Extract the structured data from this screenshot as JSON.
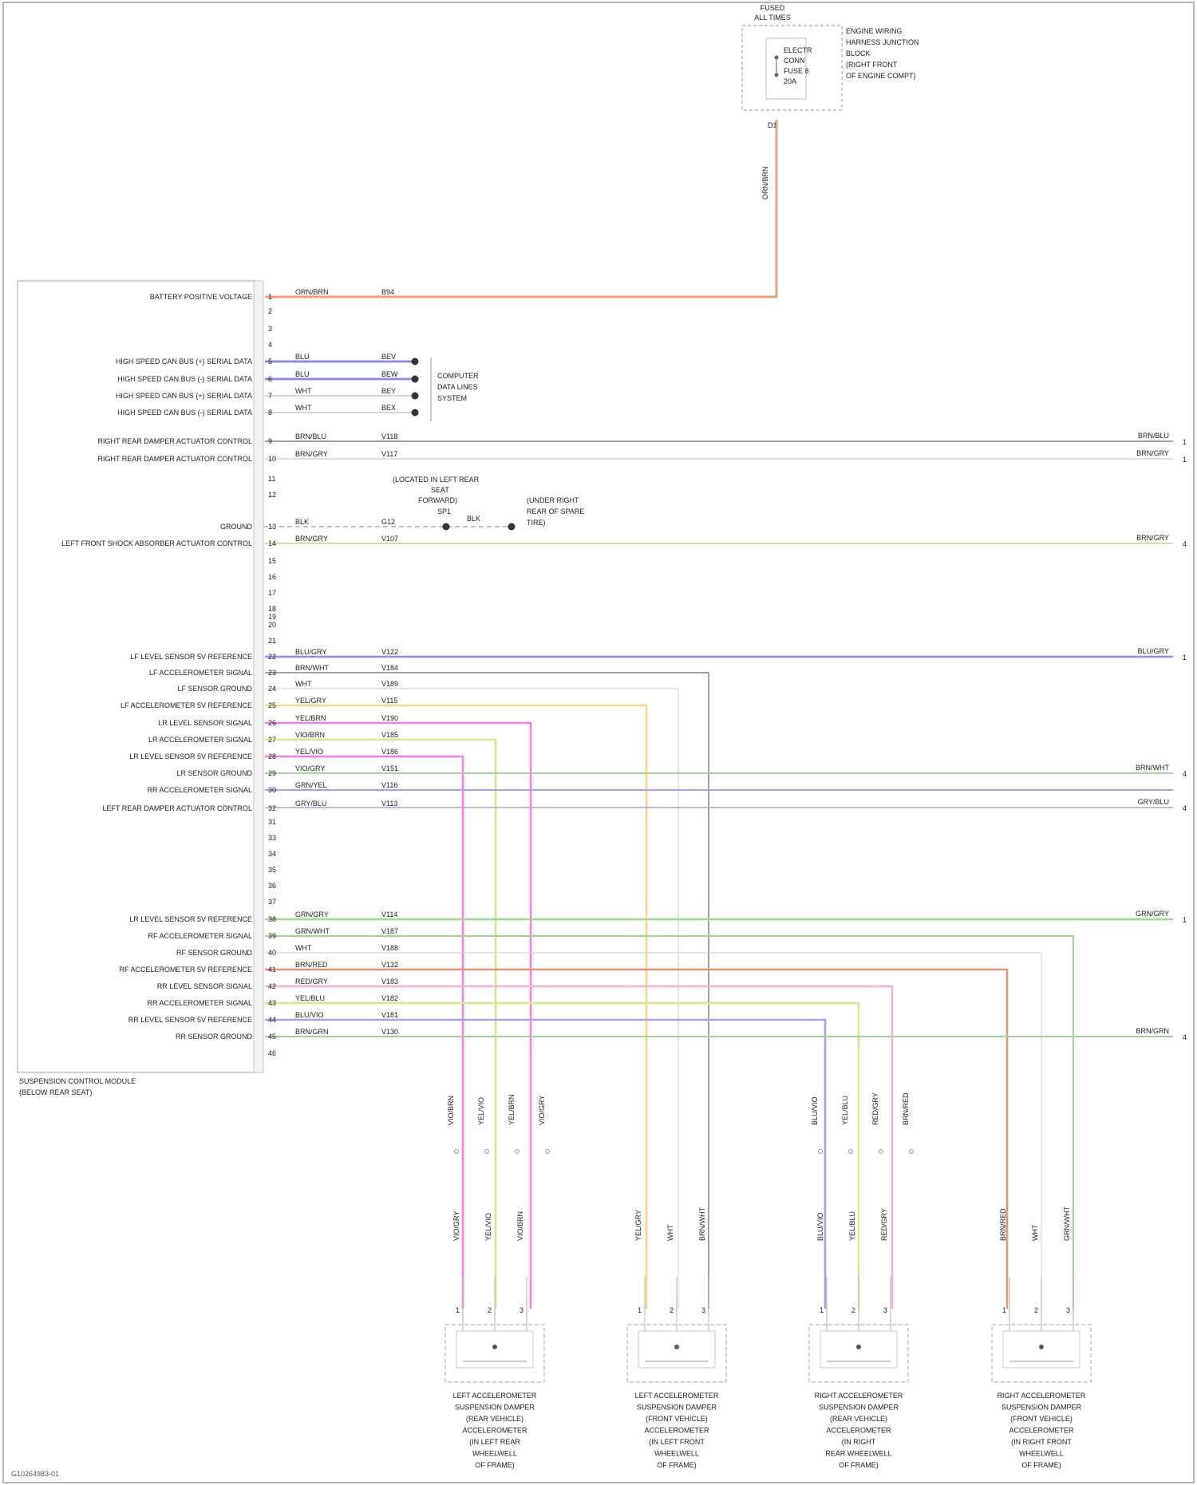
{
  "fuse": {
    "title_lines": [
      "FUSED",
      "ALL TIMES"
    ],
    "inner_lines": [
      "ELECTR",
      "CONN",
      "FUSE 8",
      "20A"
    ],
    "desc_lines": [
      "ENGINE WIRING",
      "HARNESS JUNCTION",
      "BLOCK",
      "(RIGHT FRONT",
      "OF ENGINE COMPT)"
    ],
    "pin_label": "D1",
    "wire_label": "ORN/BRN"
  },
  "module": {
    "name_lines": [
      "SUSPENSION CONTROL MODULE",
      "(BELOW REAR SEAT)"
    ]
  },
  "pins": [
    {
      "num": "1",
      "func": "BATTERY POSITIVE VOLTAGE",
      "color": "ORN/BRN",
      "circuit": "B94"
    },
    {
      "num": "2"
    },
    {
      "num": "3"
    },
    {
      "num": "4"
    },
    {
      "num": "5",
      "func": "HIGH SPEED CAN BUS (+) SERIAL DATA",
      "color": "BLU",
      "circuit": "BEV"
    },
    {
      "num": "6",
      "func": "HIGH SPEED CAN BUS (-) SERIAL DATA",
      "color": "BLU",
      "circuit": "BEW"
    },
    {
      "num": "7",
      "func": "HIGH SPEED CAN BUS (+) SERIAL DATA",
      "color": "WHT",
      "circuit": "BEY"
    },
    {
      "num": "8",
      "func": "HIGH SPEED CAN BUS (-) SERIAL DATA",
      "color": "WHT",
      "circuit": "BEX"
    },
    {
      "num": "9",
      "func": "RIGHT REAR DAMPER ACTUATOR CONTROL",
      "color": "BRN/BLU",
      "circuit": "V118"
    },
    {
      "num": "10",
      "func": "RIGHT REAR DAMPER ACTUATOR CONTROL",
      "color": "BRN/GRY",
      "circuit": "V117"
    },
    {
      "num": "11"
    },
    {
      "num": "12"
    },
    {
      "num": "13",
      "func": "GROUND",
      "color": "BLK",
      "circuit": "G12"
    },
    {
      "num": "14",
      "func": "LEFT FRONT SHOCK ABSORBER ACTUATOR CONTROL",
      "color": "BRN/GRY",
      "circuit": "V107"
    },
    {
      "num": "15"
    },
    {
      "num": "16"
    },
    {
      "num": "17"
    },
    {
      "num": "18"
    },
    {
      "num": "19"
    },
    {
      "num": "20"
    },
    {
      "num": "21"
    },
    {
      "num": "22",
      "func": "LF LEVEL SENSOR 5V REFERENCE",
      "color": "BLU/GRY",
      "circuit": "V122"
    },
    {
      "num": "23",
      "func": "LF ACCELEROMETER SIGNAL",
      "color": "BRN/WHT",
      "circuit": "V184"
    },
    {
      "num": "24",
      "func": "LF SENSOR GROUND",
      "color": "WHT",
      "circuit": "V189"
    },
    {
      "num": "25",
      "func": "LF ACCELEROMETER 5V REFERENCE",
      "color": "YEL/GRY",
      "circuit": "V115"
    },
    {
      "num": "26",
      "func": "LR LEVEL SENSOR SIGNAL",
      "color": "YEL/BRN",
      "circuit": "V190"
    },
    {
      "num": "27",
      "func": "LR ACCELEROMETER SIGNAL",
      "color": "VIO/BRN",
      "circuit": "V185"
    },
    {
      "num": "28",
      "func": "LR LEVEL SENSOR 5V REFERENCE",
      "color": "YEL/VIO",
      "circuit": "V186"
    },
    {
      "num": "29",
      "func": "LR SENSOR GROUND",
      "color": "VIO/GRY",
      "circuit": "V151"
    },
    {
      "num": "30",
      "func": "RR ACCELEROMETER SIGNAL",
      "color": "GRN/YEL",
      "circuit": "V116"
    },
    {
      "num": "31"
    },
    {
      "num": "32",
      "func": "LEFT REAR DAMPER ACTUATOR CONTROL",
      "color": "GRY/BLU",
      "circuit": "V113"
    },
    {
      "num": "33"
    },
    {
      "num": "34"
    },
    {
      "num": "35"
    },
    {
      "num": "36"
    },
    {
      "num": "37"
    },
    {
      "num": "38",
      "func": "LR LEVEL SENSOR 5V REFERENCE",
      "color": "GRN/GRY",
      "circuit": "V114"
    },
    {
      "num": "39",
      "func": "RF ACCELEROMETER SIGNAL",
      "color": "GRN/WHT",
      "circuit": "V187"
    },
    {
      "num": "40",
      "func": "RF SENSOR GROUND",
      "color": "WHT",
      "circuit": "V188"
    },
    {
      "num": "41",
      "func": "RF ACCELEROMETER 5V REFERENCE",
      "color": "BRN/RED",
      "circuit": "V132"
    },
    {
      "num": "42",
      "func": "RR LEVEL SENSOR SIGNAL",
      "color": "RED/GRY",
      "circuit": "V183"
    },
    {
      "num": "43",
      "func": "RR ACCELEROMETER SIGNAL",
      "color": "YEL/BLU",
      "circuit": "V182"
    },
    {
      "num": "44",
      "func": "RR LEVEL SENSOR 5V REFERENCE",
      "color": "BLU/VIO",
      "circuit": "V181"
    },
    {
      "num": "45",
      "func": "RR SENSOR GROUND",
      "color": "BRN/GRN",
      "circuit": "V130"
    },
    {
      "num": "46"
    }
  ],
  "canbus_dest_lines": [
    "COMPUTER",
    "DATA LINES",
    "SYSTEM"
  ],
  "ground": {
    "splice_lines": [
      "(LOCATED IN LEFT REAR",
      "SEAT",
      "FORWARD)"
    ],
    "splice_label": "SP1",
    "wire_label": "BLK",
    "dest_lines": [
      "(UNDER RIGHT",
      "REAR OF SPARE",
      "TIRE)"
    ]
  },
  "right_edge": [
    {
      "label": "BRN/BLU",
      "mark": "1"
    },
    {
      "label": "BRN/GRY",
      "mark": "1"
    },
    {
      "label": "BRN/GRY",
      "mark": "4"
    },
    {
      "label": "BLU/GRY",
      "mark": "1"
    },
    {
      "label": "BRN/WHT",
      "mark": "4"
    },
    {
      "label": "GRY/BLU",
      "mark": "4"
    },
    {
      "label": "GRN/GRY",
      "mark": "1"
    },
    {
      "label": "BRN/GRN",
      "mark": "4"
    }
  ],
  "sensors": [
    {
      "name_lines": [
        "LEFT ACCELEROMETER",
        "SUSPENSION DAMPER",
        "(REAR VEHICLE)",
        "ACCELEROMETER",
        "(IN LEFT REAR",
        "WHEELWELL",
        "OF FRAME)"
      ],
      "wires_top": [
        "VIO/BRN",
        "YEL/VIO",
        "YEL/BRN",
        "VIO/GRY"
      ],
      "wires_bottom": [
        "VIO/GRY",
        "YEL/VIO",
        "VIO/BRN"
      ],
      "pin_nums": [
        "1",
        "2",
        "3"
      ]
    },
    {
      "name_lines": [
        "LEFT ACCELEROMETER",
        "SUSPENSION DAMPER",
        "(FRONT VEHICLE)",
        "ACCELEROMETER",
        "(IN LEFT FRONT",
        "WHEELWELL",
        "OF FRAME)"
      ],
      "wires_bottom": [
        "YEL/GRY",
        "WHT",
        "BRN/WHT"
      ],
      "pin_nums": [
        "1",
        "2",
        "3"
      ]
    },
    {
      "name_lines": [
        "RIGHT ACCELEROMETER",
        "SUSPENSION DAMPER",
        "(REAR VEHICLE)",
        "ACCELEROMETER",
        "(IN RIGHT",
        "REAR WHEELWELL",
        "OF FRAME)"
      ],
      "wires_top": [
        "BLU/VIO",
        "YEL/BLU",
        "RED/GRY",
        "BRN/RED"
      ],
      "wires_bottom": [
        "BLU/VIO",
        "YEL/BLU",
        "RED/GRY"
      ],
      "pin_nums": [
        "1",
        "2",
        "3"
      ]
    },
    {
      "name_lines": [
        "RIGHT ACCELEROMETER",
        "SUSPENSION DAMPER",
        "(FRONT VEHICLE)",
        "ACCELEROMETER",
        "(IN RIGHT FRONT",
        "WHEELWELL",
        "OF FRAME)"
      ],
      "wires_bottom": [
        "BRN/RED",
        "WHT",
        "GRN/WHT"
      ],
      "pin_nums": [
        "1",
        "2",
        "3"
      ]
    }
  ],
  "footer": "G10264983-01",
  "colors": {
    "orange": "#f2a07a",
    "blue": "#8c8cf0",
    "violet": "#a7a0f0",
    "gray": "#a0a0a0",
    "yellow": "#f5d68a",
    "pink": "#ef7fe0",
    "yellow_green": "#d6e890",
    "green": "#a6d39a",
    "brown_red": "#e3957a",
    "red": "#ee8f8f",
    "light_pink": "#f3b3d6",
    "olive": "#d9d99c",
    "box_gray": "#b8b8b8"
  }
}
